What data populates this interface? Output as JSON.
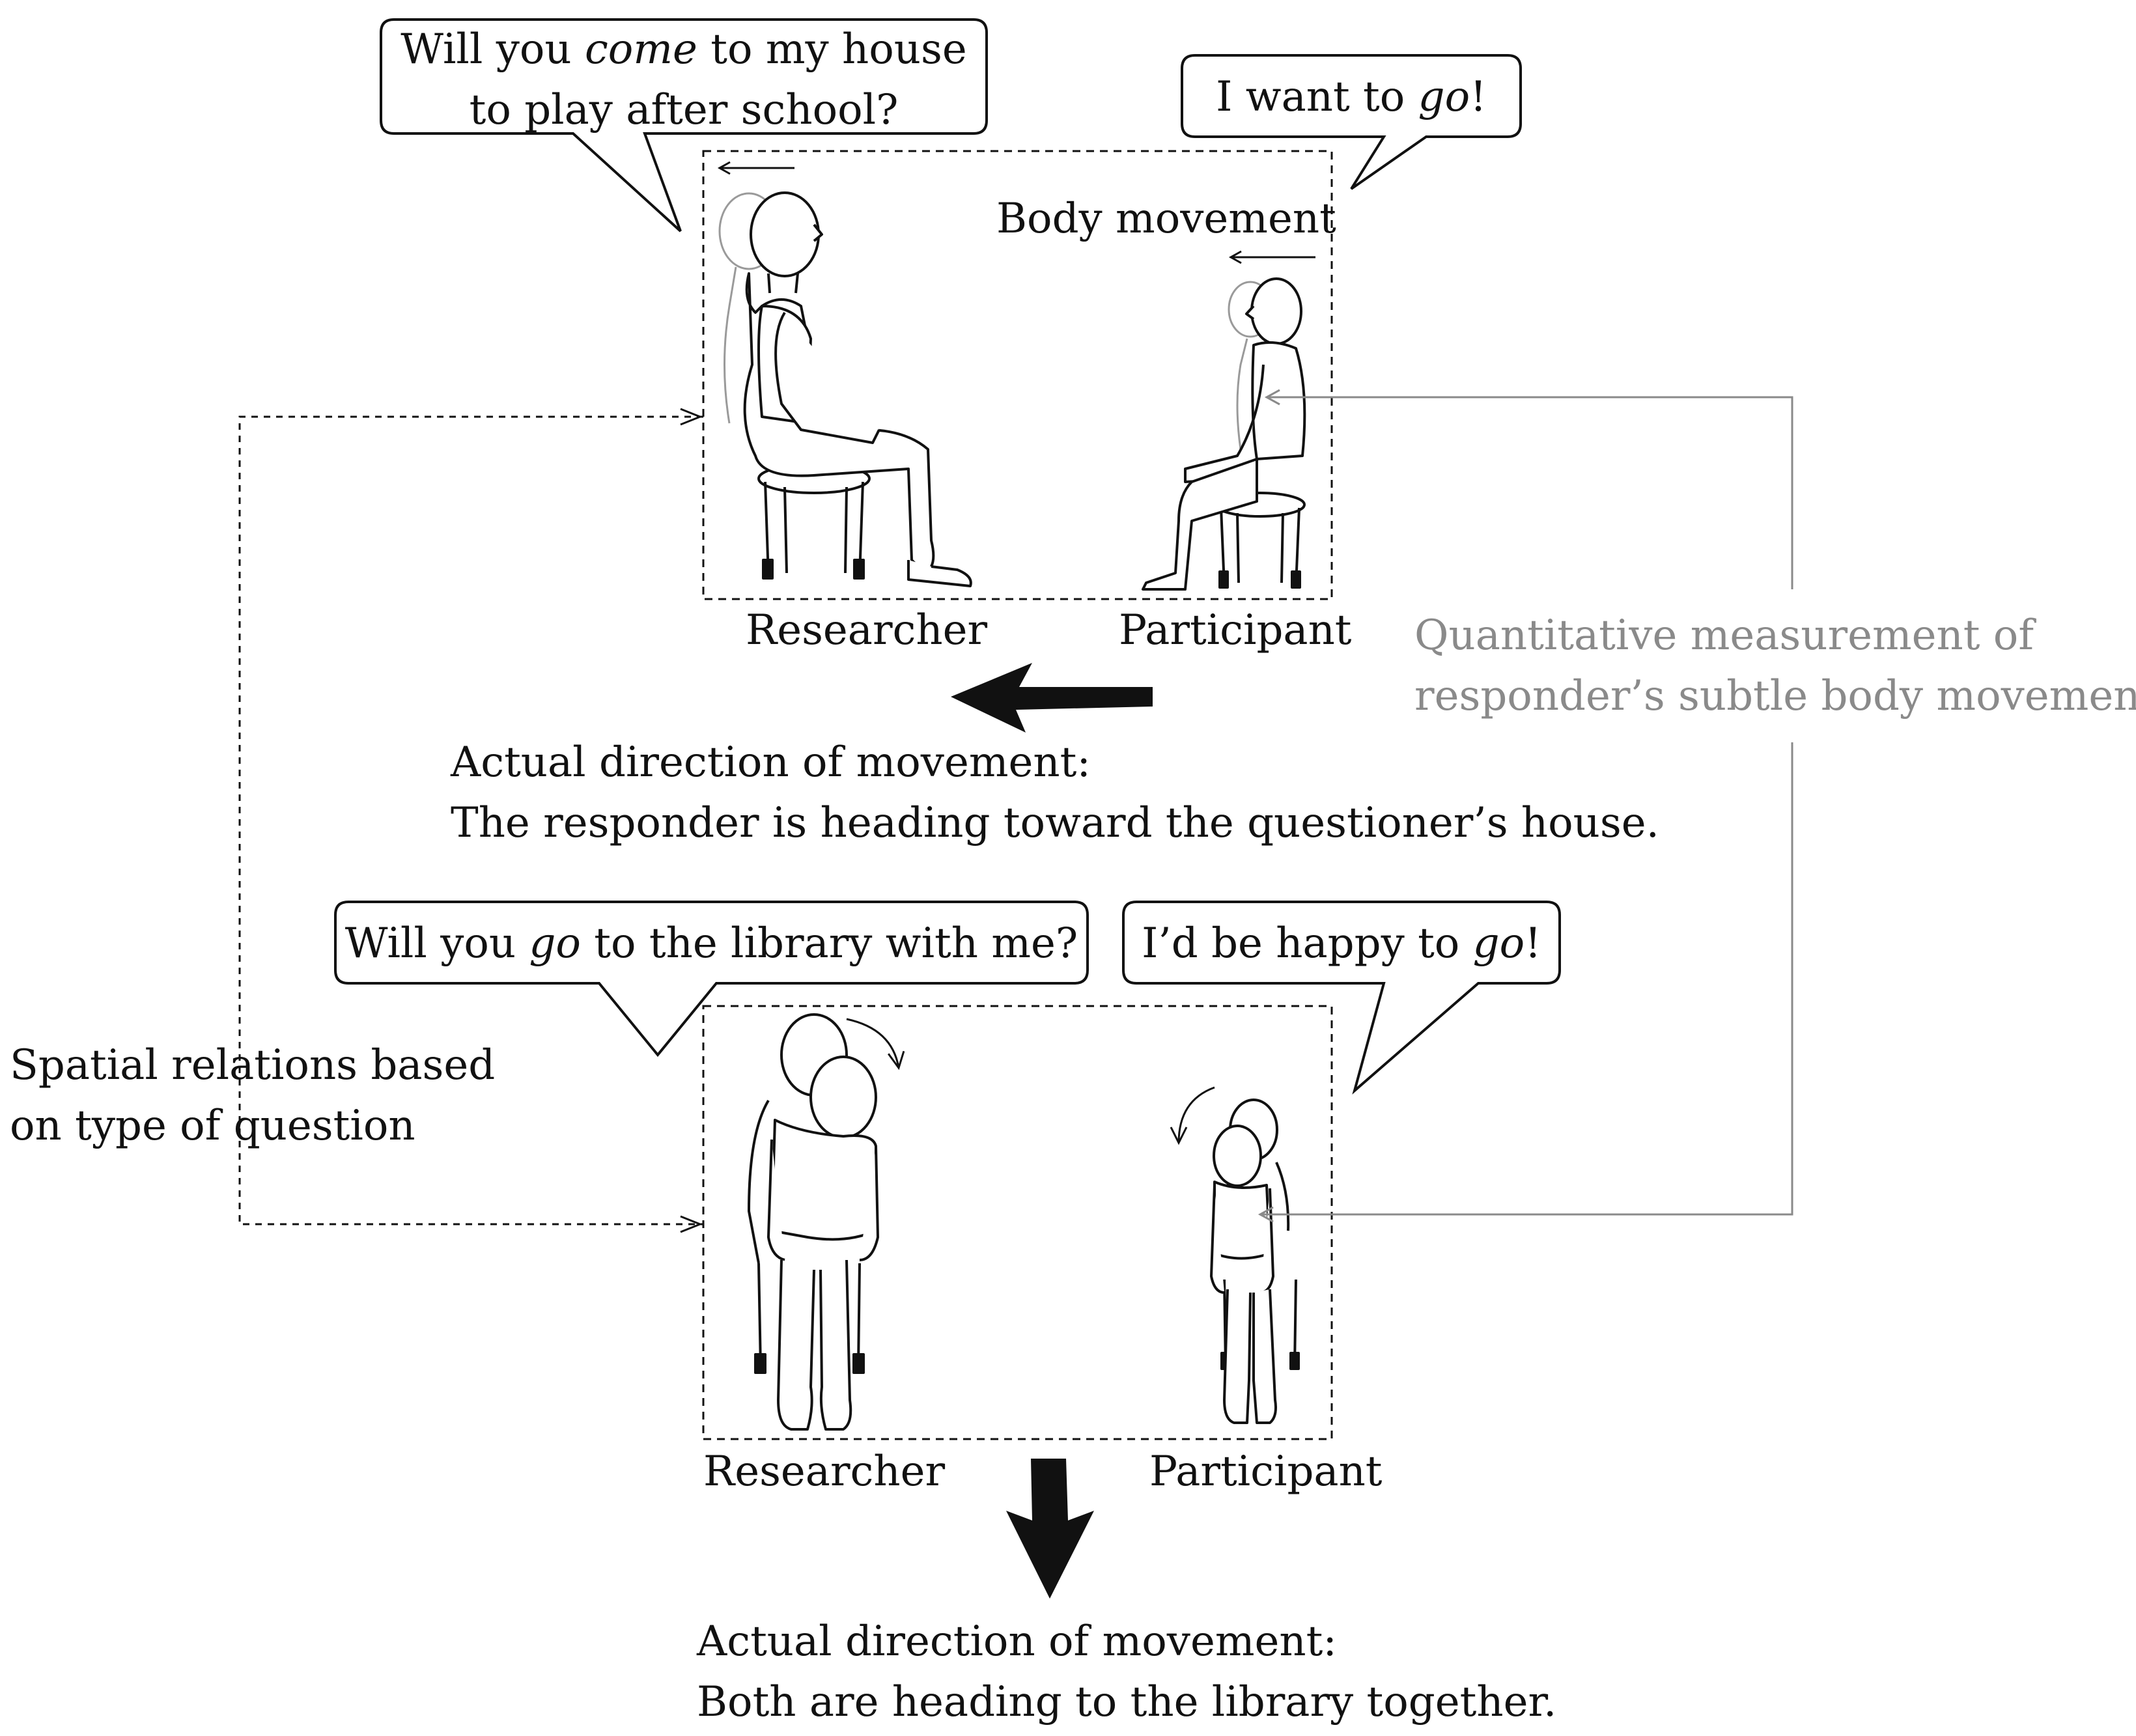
{
  "scene_top": {
    "question_pre": "Will you ",
    "question_em": "come",
    "question_post_line1": " to my house",
    "question_line2": "to play after school?",
    "answer_pre": "I want to ",
    "answer_em": "go",
    "answer_post": "!",
    "body_movement_label": "Body movement",
    "researcher_label": "Researcher",
    "participant_label": "Participant",
    "direction_line1": "Actual direction of movement:",
    "direction_line2": "The responder is heading toward the questioner’s house."
  },
  "scene_bottom": {
    "question_pre": "Will you ",
    "question_em": "go",
    "question_post": " to the library with me?",
    "answer_pre": "I’d be happy to ",
    "answer_em": "go",
    "answer_post": "!",
    "researcher_label": "Researcher",
    "participant_label": "Participant",
    "direction_line1": "Actual direction of movement:",
    "direction_line2": "Both are heading to the library together."
  },
  "side_labels": {
    "spatial_line1": "Spatial relations based",
    "spatial_line2": "on type of question",
    "measure_line1": "Quantitative measurement of",
    "measure_line2": "responder’s subtle body movements"
  },
  "colors": {
    "ink": "#111111",
    "measurement_gray": "#8a8a8a",
    "ghost_gray": "#9a9a9a"
  }
}
